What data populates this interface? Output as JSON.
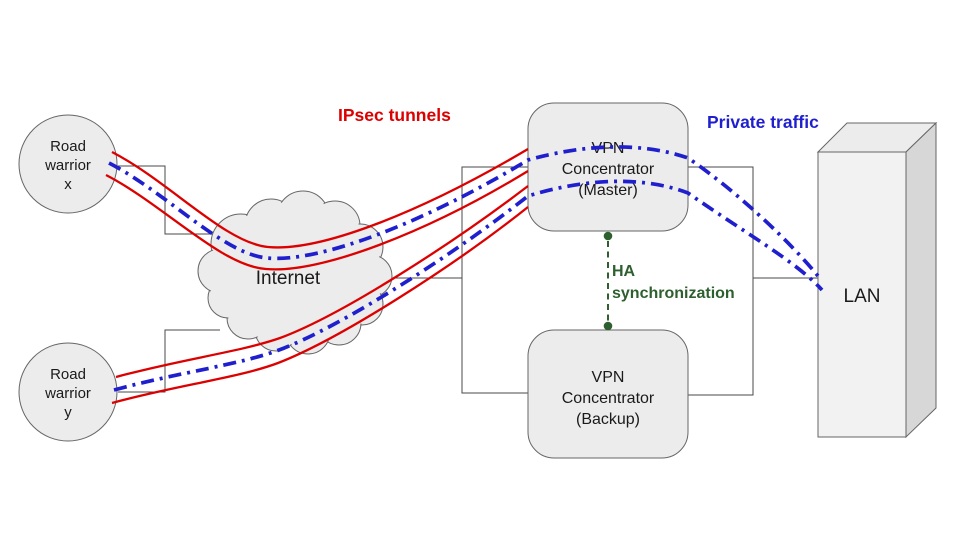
{
  "colors": {
    "ipsec_red": "#dd0000",
    "traffic_blue": "#1f1fce",
    "ha_green": "#2e5f2e",
    "shape_fill": "#ececec",
    "shape_stroke": "#666666",
    "connector_gray": "#4a4a4a",
    "lan_front": "#f2f2f2",
    "lan_top": "#ececec",
    "lan_side": "#d7d7d7"
  },
  "nodes": {
    "road_warrior_x": {
      "line1": "Road",
      "line2": "warrior",
      "line3": "x"
    },
    "road_warrior_y": {
      "line1": "Road",
      "line2": "warrior",
      "line3": "y"
    },
    "internet": {
      "label": "Internet"
    },
    "vpn_master": {
      "line1": "VPN",
      "line2": "Concentrator",
      "line3": "(Master)"
    },
    "vpn_backup": {
      "line1": "VPN",
      "line2": "Concentrator",
      "line3": "(Backup)"
    },
    "lan": {
      "label": "LAN"
    }
  },
  "annotations": {
    "ipsec_tunnels": {
      "label": "IPsec tunnels"
    },
    "private_traffic": {
      "label": "Private traffic"
    },
    "ha_sync": {
      "line1": "HA",
      "line2": "synchronization"
    }
  }
}
